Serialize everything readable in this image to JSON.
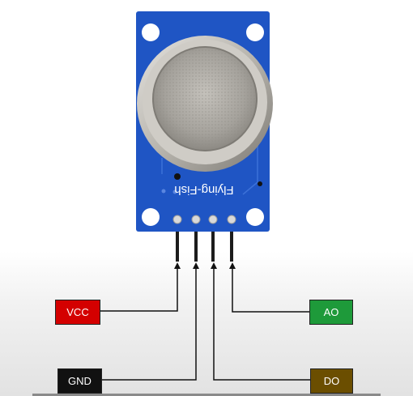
{
  "board": {
    "silkscreen": "Flying-Fish",
    "colors": {
      "pcb": "#1f55c4",
      "metal": "#a9a6a0",
      "pin": "#1c1c1c"
    }
  },
  "pins": {
    "vcc": {
      "label": "VCC",
      "color": "#d40000"
    },
    "gnd": {
      "label": "GND",
      "color": "#111111"
    },
    "do": {
      "label": "DO",
      "color": "#6b4e00"
    },
    "ao": {
      "label": "AO",
      "color": "#1e9a3a"
    }
  }
}
